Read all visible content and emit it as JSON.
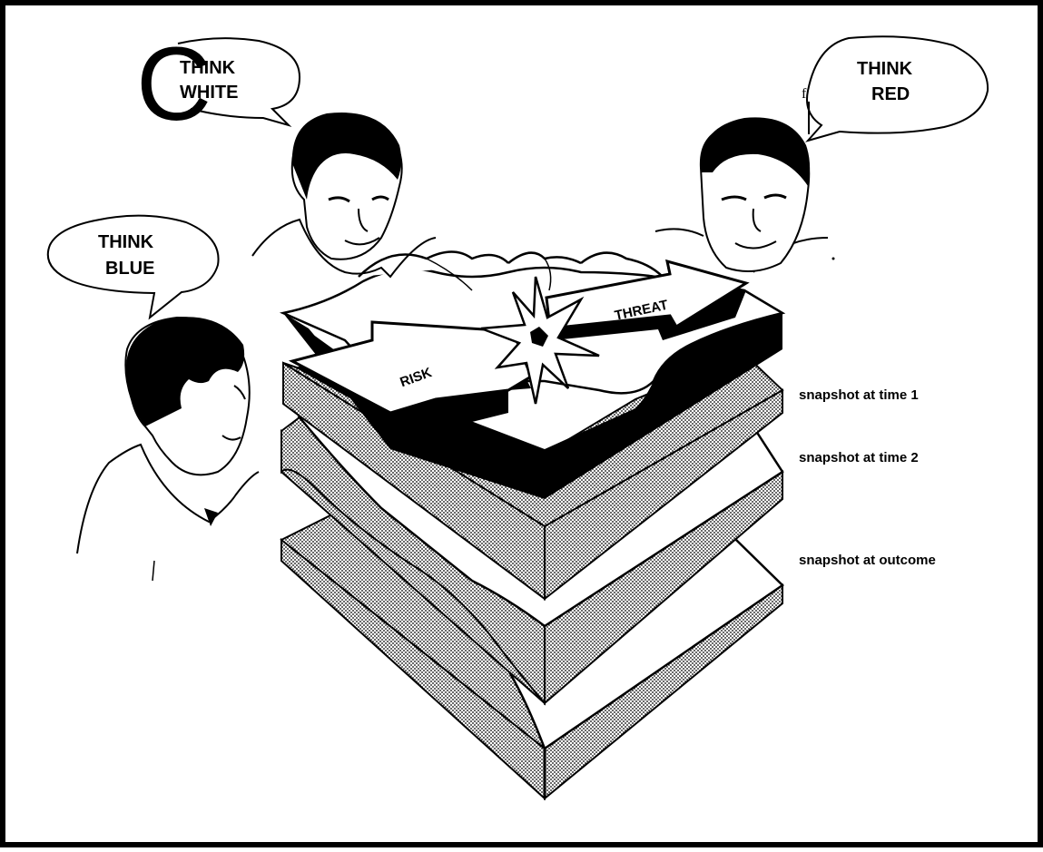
{
  "speech_bubbles": {
    "white": {
      "line1": "THINK",
      "line2": "WHITE",
      "letter": "C"
    },
    "red": {
      "line1": "THINK",
      "line2": "RED"
    },
    "blue": {
      "line1": "THINK",
      "line2": "BLUE"
    }
  },
  "arrows": {
    "risk": "RISK",
    "threat": "THREAT"
  },
  "layers": [
    {
      "label": "snapshot at time 1"
    },
    {
      "label": "snapshot at time 2"
    },
    {
      "label": "snapshot at outcome"
    }
  ],
  "stray_mark": "f",
  "colors": {
    "ink": "#000000",
    "paper": "#ffffff"
  }
}
